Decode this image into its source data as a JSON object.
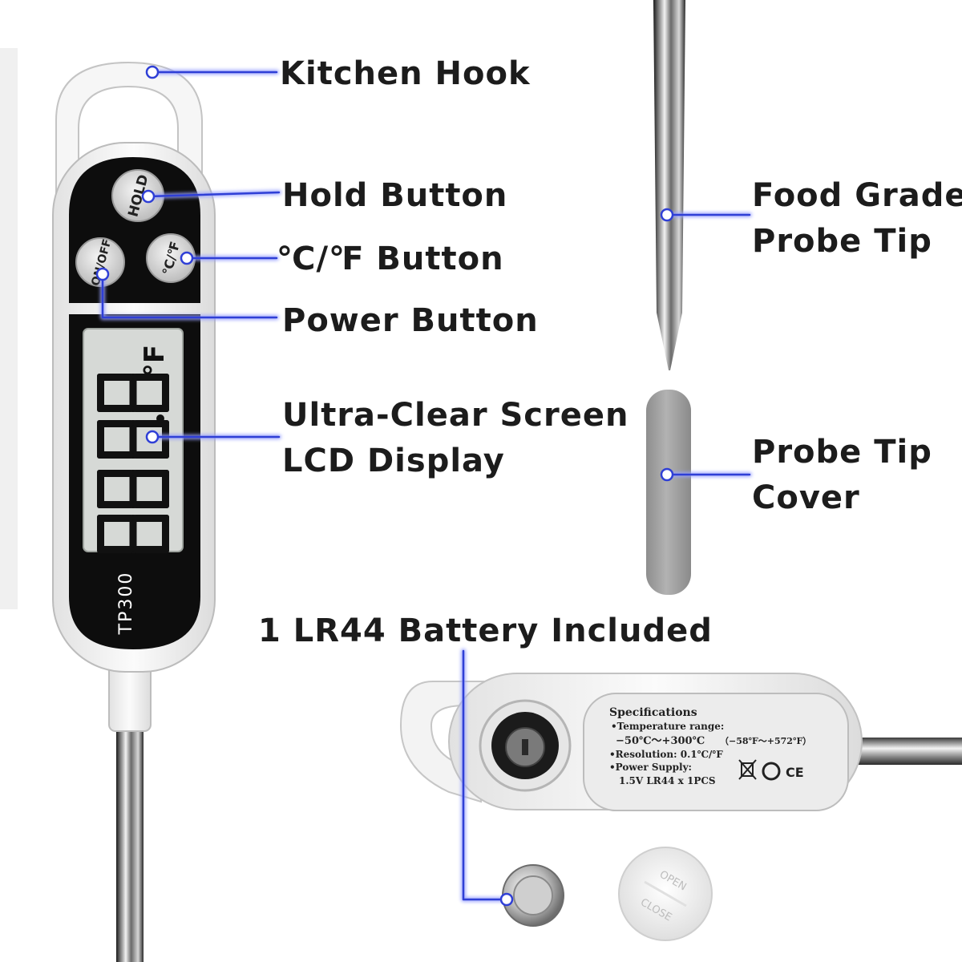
{
  "labels": {
    "kitchen_hook": "Kitchen Hook",
    "hold_button": "Hold Button",
    "unit_button": "℃/℉ Button",
    "power_button": "Power Button",
    "screen_line1": "Ultra-Clear Screen",
    "screen_line2": "LCD Display",
    "probe_tip_line1": "Food Grade",
    "probe_tip_line2": "Probe Tip",
    "probe_cover_line1": "Probe Tip",
    "probe_cover_line2": "Cover",
    "battery": "1 LR44 Battery Included"
  },
  "device": {
    "model": "TP300",
    "hold_key": "HOLD",
    "power_key": "ON/OFF",
    "unit_key": "℃/℉",
    "lcd_unit": "°F"
  },
  "spec_plate": {
    "title": "Specifications",
    "temp_range_label": "•Temperature range:",
    "temp_range_c": "−50℃～+300℃",
    "temp_range_f": "（−58℉～+572℉）",
    "resolution": "•Resolution: 0.1℃/℉",
    "power_supply_label": "•Power Supply:",
    "power_supply_value": "1.5V LR44 x 1PCS",
    "cert_marks": "CE"
  },
  "battery_cover": {
    "open_text": "OPEN",
    "close_text": "CLOSE"
  },
  "colors": {
    "callout_line": "#2f3fd6",
    "callout_glow": "#9aa3ff",
    "device_body": "#f4f4f4",
    "device_face": "#0d0d0d",
    "lcd": "#d6d9d6",
    "probe_cover": "#a3a3a3",
    "label_text": "#1c1c1c"
  }
}
